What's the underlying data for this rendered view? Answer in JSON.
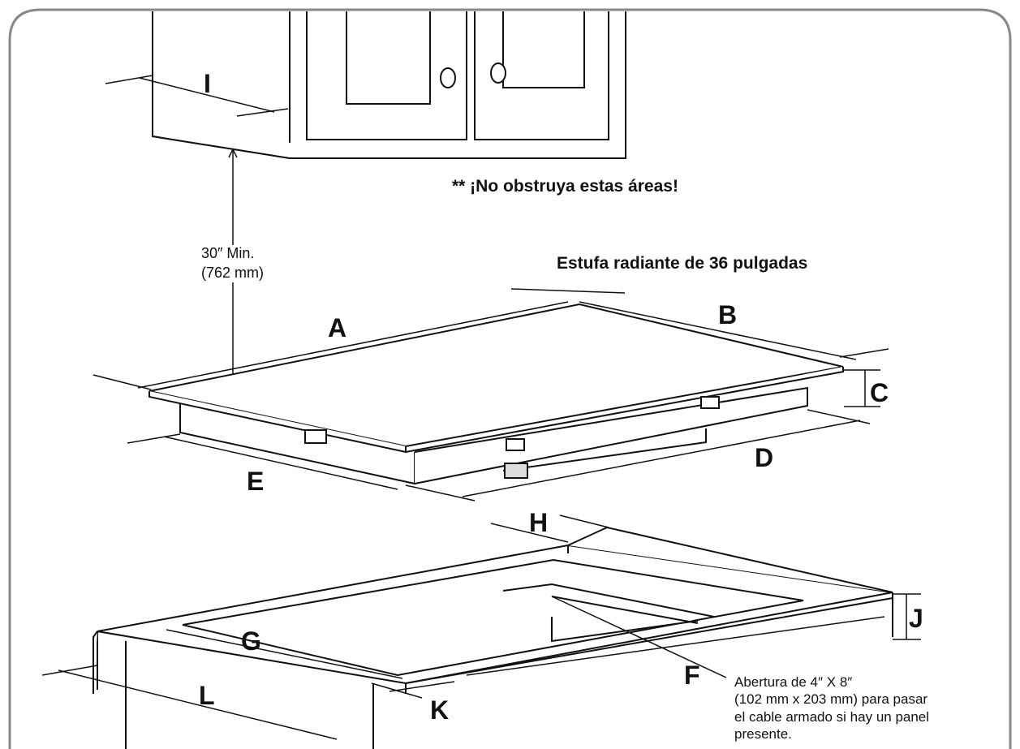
{
  "warning": "** ¡No obstruya estas áreas!",
  "title": "Estufa radiante de 36 pulgadas",
  "clearance": {
    "line1": "30″ Min.",
    "line2": "(762 mm)"
  },
  "labels": {
    "A": "A",
    "B": "B",
    "C": "C",
    "D": "D",
    "E": "E",
    "F": "F",
    "G": "G",
    "H": "H",
    "I": "I",
    "J": "J",
    "K": "K",
    "L": "L"
  },
  "opening_note": {
    "line1": "Abertura de 4″ X 8″",
    "line2": "(102 mm x 203 mm) para pasar",
    "line3": "el cable armado si hay un panel",
    "line4": "presente."
  }
}
